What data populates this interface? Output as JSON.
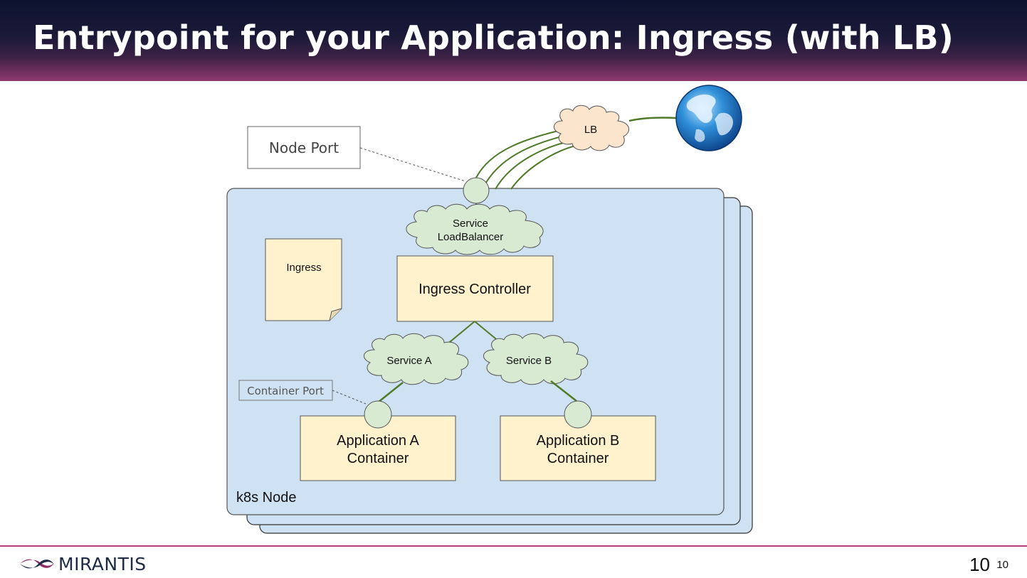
{
  "slide": {
    "title": "Entrypoint for your Application: Ingress (with LB)",
    "page_number": "10",
    "page_number_small": "10"
  },
  "brand": {
    "name": "MIRANTIS",
    "accent_color": "#b83b7c",
    "logo_icon": "mirantis-logo-icon"
  },
  "diagram": {
    "node_port_label": "Node Port",
    "container_port_label": "Container Port",
    "lb_label": "LB",
    "service_lb_line1": "Service",
    "service_lb_line2": "LoadBalancer",
    "ingress_label": "Ingress",
    "ingress_controller_label": "Ingress Controller",
    "service_a_label": "Service A",
    "service_b_label": "Service B",
    "app_a_line1": "Application A",
    "app_a_line2": "Container",
    "app_b_line1": "Application B",
    "app_b_line2": "Container",
    "node_label": "k8s Node",
    "globe_icon": "globe-icon",
    "colors": {
      "node_fill": "#cfe2f3",
      "box_fill": "#fff2cc",
      "cloud_fill": "#d9ead3",
      "connector": "#4f7a28"
    }
  }
}
